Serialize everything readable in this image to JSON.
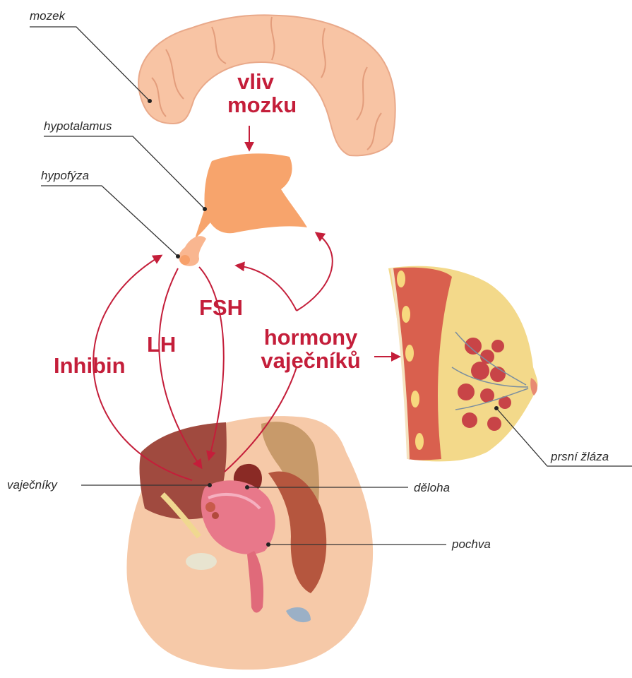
{
  "colors": {
    "accent": "#c41e3a",
    "leader": "#333333",
    "brain": "#f8c4a4",
    "hypothalamus": "#f7a46c",
    "skin": "#f6c9a8"
  },
  "flow_labels": {
    "brain_influence_line1": "vliv",
    "brain_influence_line2": "mozku",
    "fsh": "FSH",
    "lh": "LH",
    "inhibin": "Inhibin",
    "ovarian_hormones_line1": "hormony",
    "ovarian_hormones_line2": "vaječníků"
  },
  "anatomy_labels": {
    "brain": "mozek",
    "hypothalamus": "hypotalamus",
    "pituitary": "hypofýza",
    "ovaries": "vaječníky",
    "uterus": "děloha",
    "vagina": "pochva",
    "mammary_gland": "prsní žláza"
  }
}
